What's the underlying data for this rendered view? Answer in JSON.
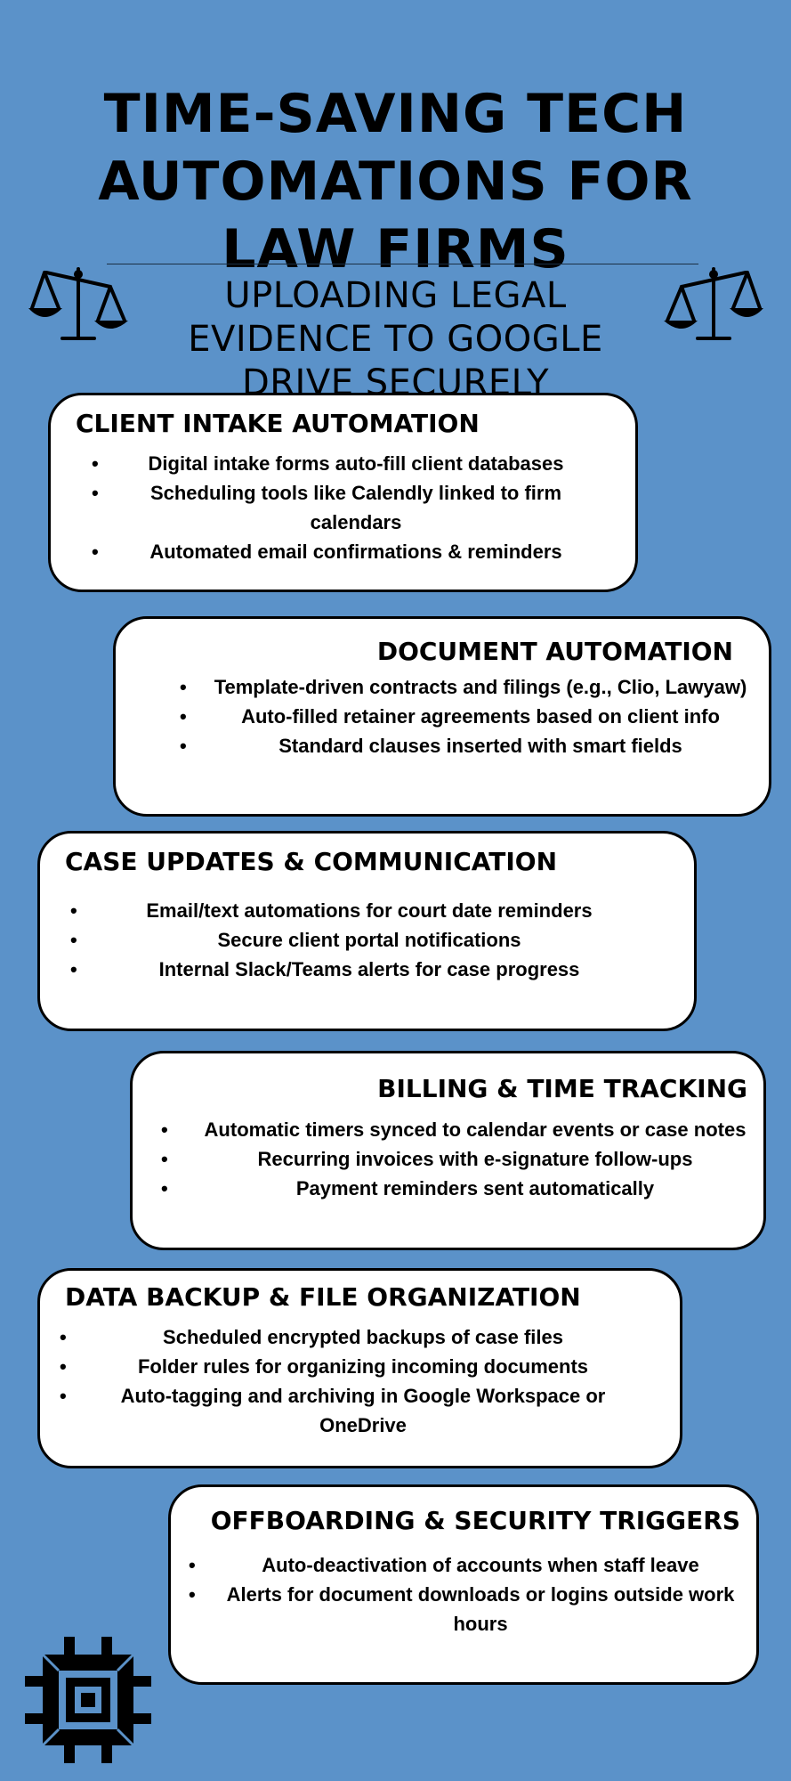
{
  "header": {
    "title": "Time-Saving Tech Automations for Law Firms",
    "subtitle": "Uploading Legal Evidence to Google Drive Securely"
  },
  "icons": {
    "left_decoration": "scales-of-justice-icon",
    "right_decoration": "scales-of-justice-icon",
    "logo": "circuit-chip-logo-icon"
  },
  "colors": {
    "background": "#5b92c9",
    "card": "#ffffff",
    "ink": "#000000"
  },
  "sections": [
    {
      "heading": "Client Intake Automation",
      "items": [
        "Digital intake forms auto-fill client databases",
        "Scheduling tools like Calendly linked to firm calendars",
        "Automated email confirmations & reminders"
      ]
    },
    {
      "heading": "Document Automation",
      "items": [
        "Template-driven contracts and filings (e.g., Clio, Lawyaw)",
        "Auto-filled retainer agreements based on client info",
        "Standard clauses inserted with smart fields"
      ]
    },
    {
      "heading": "Case Updates & Communication",
      "items": [
        "Email/text automations for court date reminders",
        "Secure client portal notifications",
        "Internal Slack/Teams alerts for case progress"
      ]
    },
    {
      "heading": "Billing & Time Tracking",
      "items": [
        "Automatic timers synced to calendar events or case notes",
        "Recurring invoices with e-signature follow-ups",
        "Payment reminders sent automatically"
      ]
    },
    {
      "heading": "Data Backup & File Organization",
      "items": [
        "Scheduled encrypted backups of case files",
        "Folder rules for organizing incoming documents",
        "Auto-tagging and archiving in Google Workspace or OneDrive"
      ]
    },
    {
      "heading": "Offboarding & Security Triggers",
      "items": [
        "Auto-deactivation of accounts when staff leave",
        "Alerts for document downloads or logins outside work hours"
      ]
    }
  ]
}
